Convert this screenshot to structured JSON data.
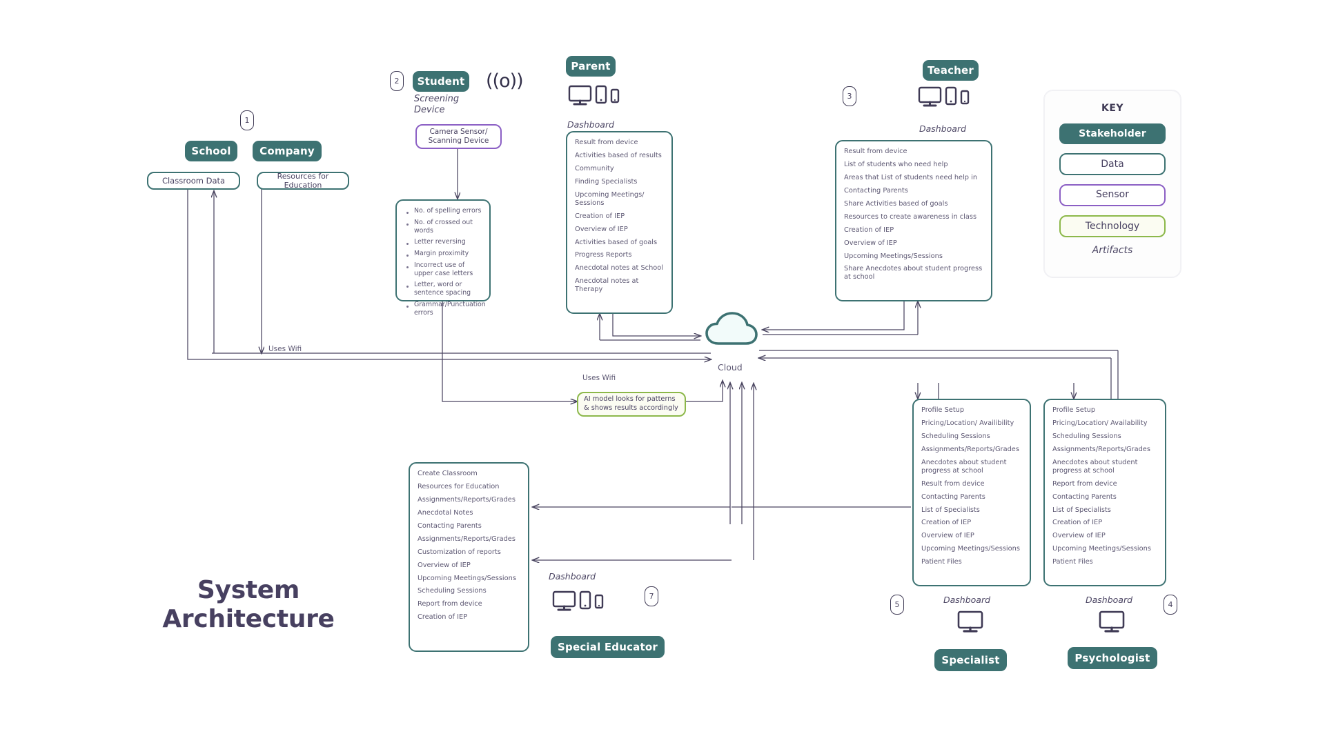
{
  "title": "System\nArchitecture",
  "title_line1": "System",
  "title_line2": "Architecture",
  "colors": {
    "stakeholder": "#3d7272",
    "data_border": "#3d7272",
    "sensor_border": "#8b5fc4",
    "technology_border": "#8cb84a",
    "text": "#474060",
    "cloud_fill": "#f2fbfa",
    "cloud_stroke": "#3d7272",
    "arrow": "#4a4560"
  },
  "captions": {
    "dashboard": "Dashboard",
    "screening_device": "Screening Device",
    "screening_device_line1": "Screening",
    "screening_device_line2": "Device",
    "cloud": "Cloud",
    "uses_wifi": "Uses Wifi",
    "artifacts": "Artifacts"
  },
  "badges": {
    "one": "1",
    "two": "2",
    "three": "3",
    "four": "4",
    "five": "5",
    "seven": "7"
  },
  "key": {
    "heading": "KEY",
    "items": [
      {
        "label": "Stakeholder",
        "type": "stakeholder"
      },
      {
        "label": "Data",
        "type": "data"
      },
      {
        "label": "Sensor",
        "type": "sensor"
      },
      {
        "label": "Technology",
        "type": "technology"
      }
    ],
    "footer": "Artifacts"
  },
  "school": {
    "stakeholder": "School",
    "data": "Classroom Data"
  },
  "company": {
    "stakeholder": "Company",
    "data": "Resources for Education"
  },
  "student": {
    "stakeholder": "Student",
    "caption": "Screening Device",
    "sensor": "Camera Sensor/ Scanning Device",
    "sensor_line1": "Camera Sensor/",
    "sensor_line2": "Scanning Device",
    "wifi_icon": "((o))",
    "metrics": [
      "No. of spelling errors",
      "No. of crossed out words",
      "Letter reversing",
      "Margin proximity",
      "Incorrect use of upper case letters",
      "Letter, word or sentence spacing",
      "Grammar/Punctuation errors"
    ]
  },
  "ai_model": {
    "line1": "AI model looks for patterns",
    "line2": "& shows results accordingly"
  },
  "parent": {
    "stakeholder": "Parent",
    "caption": "Dashboard",
    "devices": [
      "monitor-icon",
      "tablet-icon",
      "phone-icon"
    ],
    "items": [
      "Result from device",
      "Activities based of results",
      "Community",
      "Finding Specialists",
      "Upcoming Meetings/ Sessions",
      "Creation of IEP",
      "Overview of IEP",
      "Activities based of goals",
      "Progress Reports",
      "Anecdotal notes at School",
      "Anecdotal notes at Therapy"
    ]
  },
  "teacher": {
    "stakeholder": "Teacher",
    "caption": "Dashboard",
    "devices": [
      "monitor-icon",
      "tablet-icon",
      "phone-icon"
    ],
    "items": [
      "Result from device",
      "List of students who need help",
      "Areas that List of students need help in",
      "Contacting Parents",
      "Share Activities based of goals",
      "Resources to create awareness in class",
      "Creation of IEP",
      "Overview of IEP",
      "Upcoming Meetings/Sessions",
      "Share Anecdotes about student progress at school"
    ]
  },
  "special_educator": {
    "stakeholder": "Special Educator",
    "caption": "Dashboard",
    "devices": [
      "monitor-icon",
      "tablet-icon",
      "phone-icon"
    ],
    "items": [
      "Create Classroom",
      "Resources for Education",
      "Assignments/Reports/Grades",
      "Anecdotal Notes",
      "Contacting Parents",
      "Assignments/Reports/Grades",
      "Customization of reports",
      "Overview of IEP",
      "Upcoming Meetings/Sessions",
      "Scheduling Sessions",
      "Report from device",
      "Creation of IEP"
    ]
  },
  "specialist": {
    "stakeholder": "Specialist",
    "caption": "Dashboard",
    "devices": [
      "monitor-icon"
    ],
    "items": [
      "Profile Setup",
      "Pricing/Location/ Availibility",
      "Scheduling Sessions",
      "Assignments/Reports/Grades",
      " Anecdotes about student progress at school",
      "Result from device",
      "Contacting Parents",
      "List of Specialists",
      "Creation of IEP",
      "Overview of IEP",
      "Upcoming Meetings/Sessions",
      "Patient Files"
    ]
  },
  "psychologist": {
    "stakeholder": "Psychologist",
    "caption": "Dashboard",
    "devices": [
      "monitor-icon"
    ],
    "items": [
      "Profile Setup",
      "Pricing/Location/ Availability",
      "Scheduling Sessions",
      "Assignments/Reports/Grades",
      "Anecdotes about student progress at school",
      "Report from device",
      "Contacting Parents",
      "List of Specialists",
      "Creation of IEP",
      "Overview of IEP",
      "Upcoming Meetings/Sessions",
      "Patient Files"
    ]
  }
}
